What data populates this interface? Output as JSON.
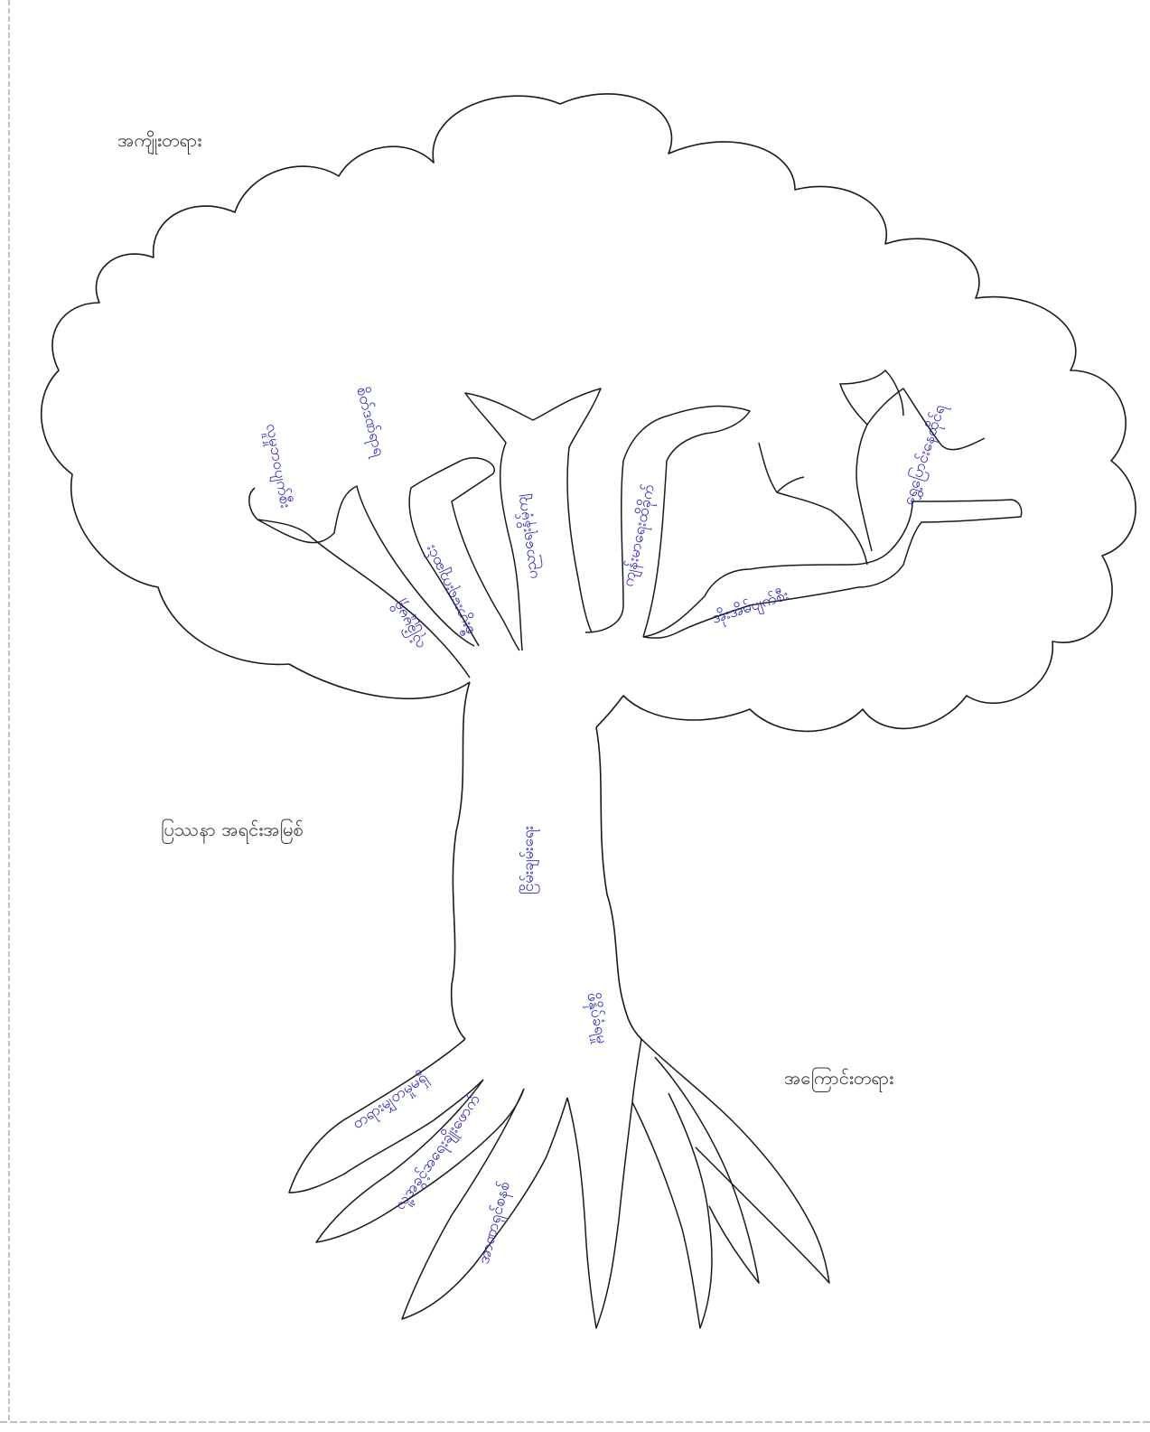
{
  "colors": {
    "outline": "#1a1a1a",
    "handwriting": "#2626b8",
    "printed_label": "#333333",
    "paper": "#ffffff"
  },
  "labels": {
    "fruits": "အကျိုးတရား",
    "trunk_side": "ပြဿနာ အရင်းအမြစ်",
    "roots": "အကြောင်းတရား"
  },
  "trunk_note": "ငြိမ်းချမ်းရေး",
  "branches": [
    "လုံခြုံမှုမရှိ",
    "စီးပွားရေးကျဆင်း",
    "ပညာရေးနိမ့်ကျ",
    "ကျန်းမာရေးထိခိုက်",
    "အိုးအိမ်ပျက်စီး",
    "ရွှေ့ပြောင်းနေထိုင်ရ",
    "လူမှုဘဝပျက်စီး",
    "စိတ်ဒဏ်ရာရ"
  ],
  "roots": [
    "တရားမျှတမှုမရှိ",
    "လူ့အခွင့်အရေးချိုးဖောက်",
    "အာဏာရှင်စနစ်",
    "ဖိနှိပ်ခံရမှု"
  ]
}
